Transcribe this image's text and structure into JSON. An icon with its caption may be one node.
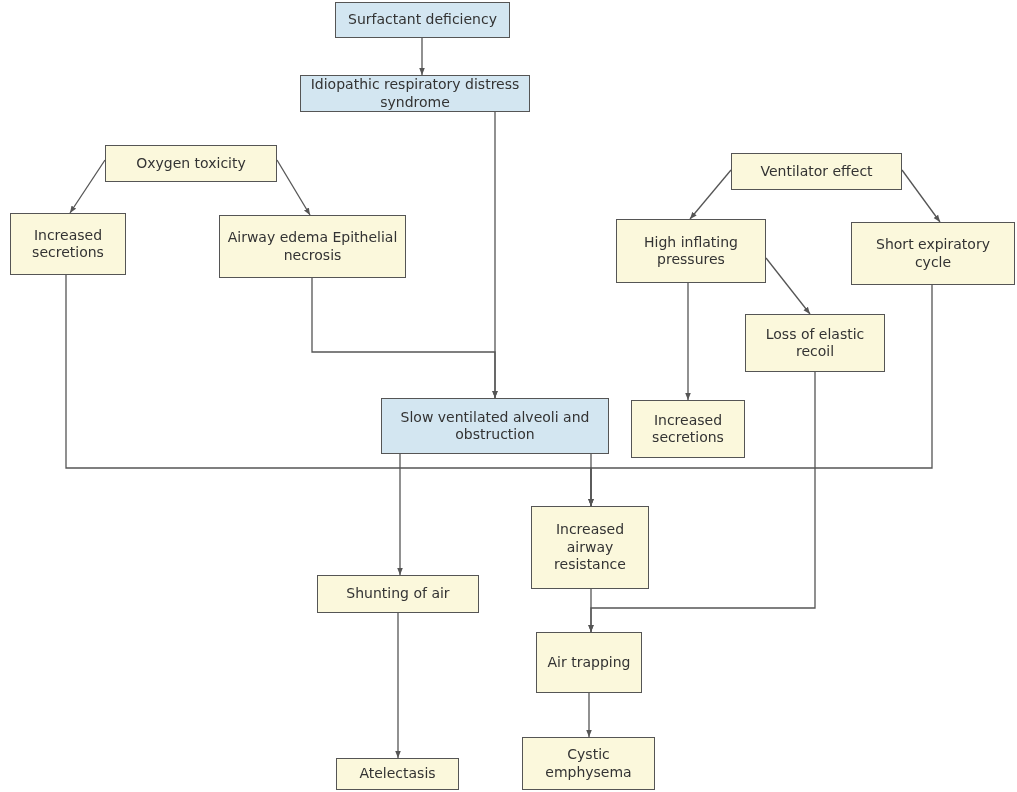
{
  "diagram": {
    "nodes": [
      {
        "text": [
          "Surfactant deficiency"
        ]
      },
      {
        "text": [
          "Idiopathic respiratory distress syndrome"
        ]
      },
      {
        "text": [
          "Oxygen toxicity"
        ]
      },
      {
        "text": [
          "Increased secretions"
        ]
      },
      {
        "text": [
          "Airway edema Epithelial necrosis"
        ]
      },
      {
        "text": [
          "Ventilator effect"
        ]
      },
      {
        "text": [
          "High inflating pressures"
        ]
      },
      {
        "text": [
          "Short expiratory cycle"
        ]
      },
      {
        "text": [
          "Loss of elastic recoil"
        ]
      },
      {
        "text": [
          "Slow ventilated alveoli and obstruction"
        ]
      },
      {
        "text": [
          "Increased secretions"
        ]
      },
      {
        "text": [
          "Increased airway resistance"
        ]
      },
      {
        "text": [
          "Shunting of air"
        ]
      },
      {
        "text": [
          "Air trapping"
        ]
      },
      {
        "text": [
          "Atelectasis"
        ]
      },
      {
        "text": [
          "Cystic emphysema"
        ]
      }
    ],
    "edges": [
      {
        "from": 0,
        "to": 1,
        "arrow": "to"
      },
      {
        "from": 2,
        "to": 3,
        "arrow": "to"
      },
      {
        "from": 2,
        "to": 4,
        "arrow": "to"
      },
      {
        "from": 1,
        "to": 9,
        "arrow": "to"
      },
      {
        "from": 4,
        "to": 9,
        "arrow": "to"
      },
      {
        "from": 5,
        "to": 6,
        "arrow": "to"
      },
      {
        "from": 5,
        "to": 7,
        "arrow": "to"
      },
      {
        "from": 6,
        "to": 10,
        "arrow": "to"
      },
      {
        "from": 6,
        "to": 8,
        "arrow": "to"
      },
      {
        "from": 3,
        "to": 11,
        "arrow": "to"
      },
      {
        "from": 7,
        "to": 11,
        "arrow": "to"
      },
      {
        "from": 9,
        "to": 11,
        "arrow": "to"
      },
      {
        "from": 9,
        "to": 12,
        "arrow": "to"
      },
      {
        "from": 8,
        "to": 13,
        "arrow": "to"
      },
      {
        "from": 11,
        "to": 13,
        "arrow": "to"
      },
      {
        "from": 12,
        "to": 14,
        "arrow": "to"
      },
      {
        "from": 13,
        "to": 15,
        "arrow": "to"
      }
    ]
  }
}
